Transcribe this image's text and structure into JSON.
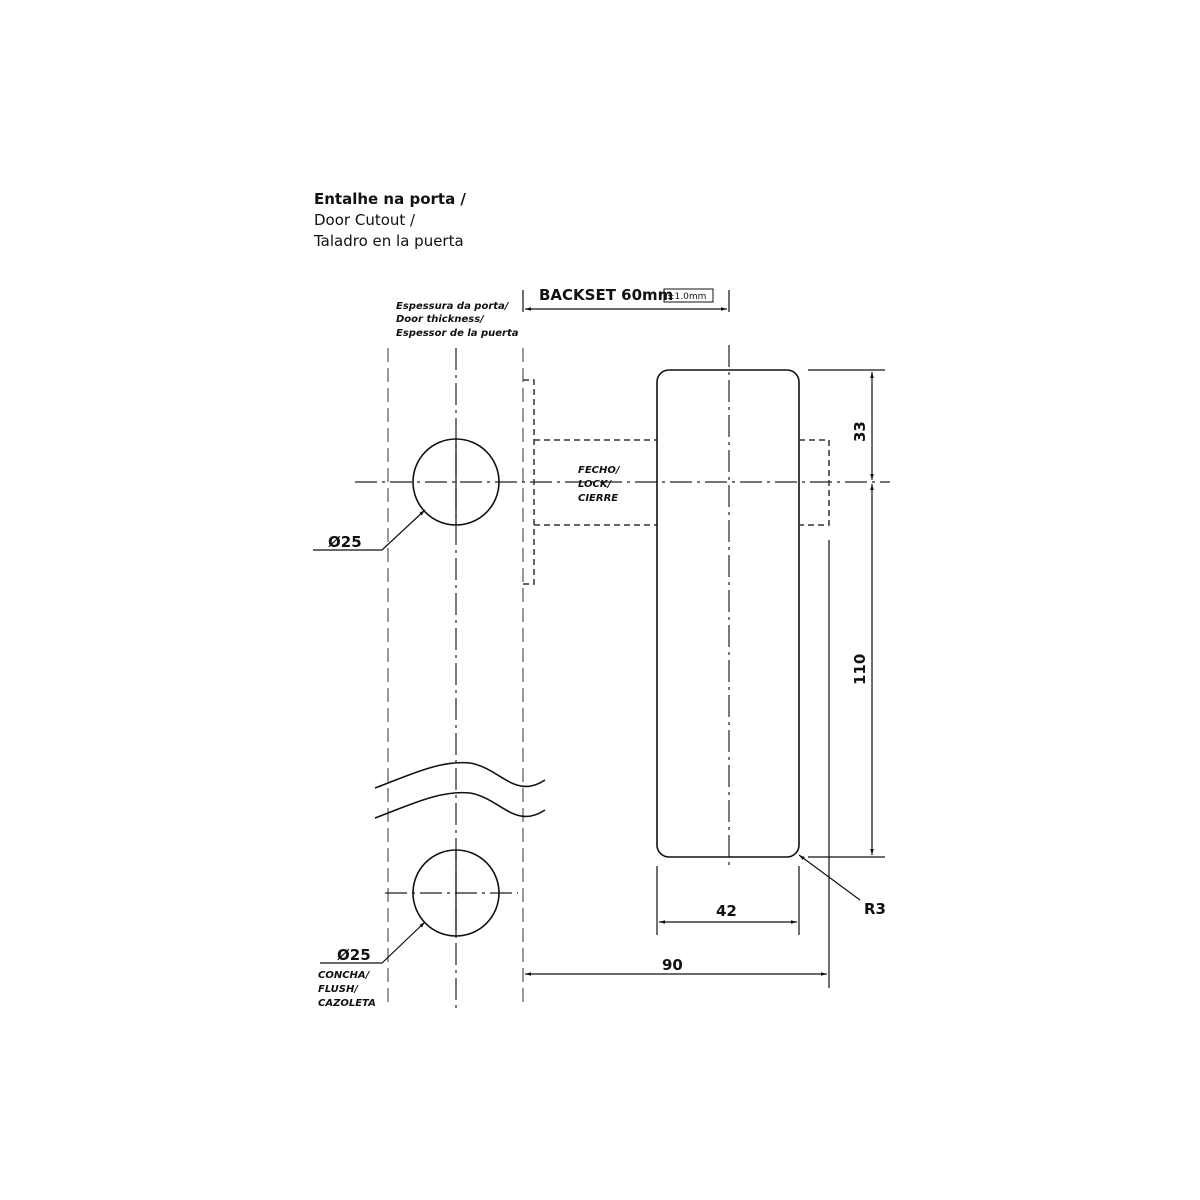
{
  "title": {
    "line1": "Entalhe na porta /",
    "line2": "Door Cutout /",
    "line3": "Taladro en la puerta"
  },
  "door_thickness_label": {
    "line1": "Espessura da porta/",
    "line2": "Door thickness/",
    "line3": "Espessor de la puerta"
  },
  "backset": {
    "label": "BACKSET 60mm",
    "tolerance": "±1.0mm"
  },
  "lock_label": {
    "line1": "FECHO/",
    "line2": "LOCK/",
    "line3": "CIERRE"
  },
  "dimensions": {
    "upper_hole_diameter": "Ø25",
    "lower_hole_diameter": "Ø25",
    "top_offset": "33",
    "height": "110",
    "width": "42",
    "overall_width": "90",
    "corner_radius": "R3"
  },
  "flush_label": {
    "line1": "CONCHA/",
    "line2": "FLUSH/",
    "line3": "CAZOLETA"
  },
  "colors": {
    "line": "#111111",
    "door_edge": "#777777",
    "background": "#ffffff"
  }
}
